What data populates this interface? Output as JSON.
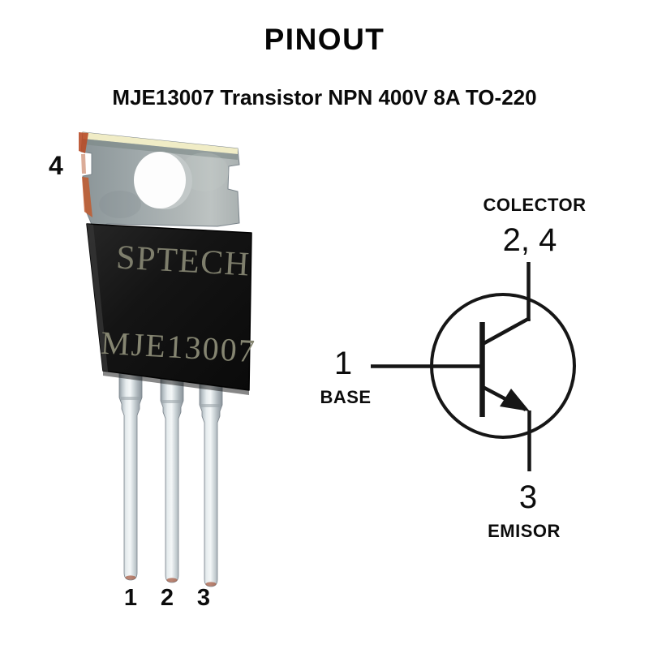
{
  "header": {
    "title": "PINOUT",
    "subtitle": "MJE13007 Transistor NPN 400V 8A TO-220"
  },
  "photo": {
    "package": "TO-220",
    "tab_pin_label": "4",
    "markings": {
      "brand": "SPTECH",
      "part": "MJE13007"
    },
    "pin_labels": {
      "pin1": "1",
      "pin2": "2",
      "pin3": "3"
    },
    "colors": {
      "body": "#141414",
      "tab_metal": "#a2abad",
      "tab_top_highlight": "#f0ecc6",
      "rust": "#bd5129",
      "pin_metal": "#ccd4d8",
      "marking_text": "#80806d"
    }
  },
  "schematic": {
    "device": "NPN",
    "line_color": "#161616",
    "collector": {
      "label": "COLECTOR",
      "pin_numbers": "2, 4"
    },
    "base": {
      "label": "BASE",
      "pin_number": "1"
    },
    "emitter": {
      "label": "EMISOR",
      "pin_number": "3"
    }
  }
}
